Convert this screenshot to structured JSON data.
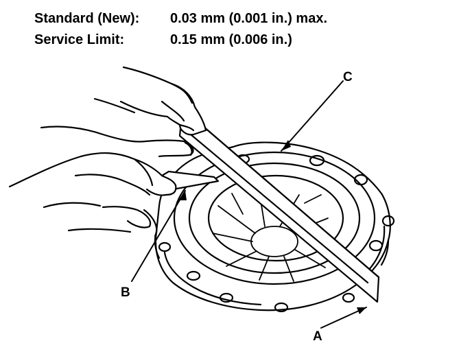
{
  "specs": {
    "standard": {
      "label": "Standard (New):",
      "value": "0.03 mm (0.001 in.) max."
    },
    "service": {
      "label": "Service Limit:",
      "value": "0.15 mm (0.006 in.)"
    }
  },
  "callouts": {
    "a": "A",
    "b": "B",
    "c": "C"
  }
}
